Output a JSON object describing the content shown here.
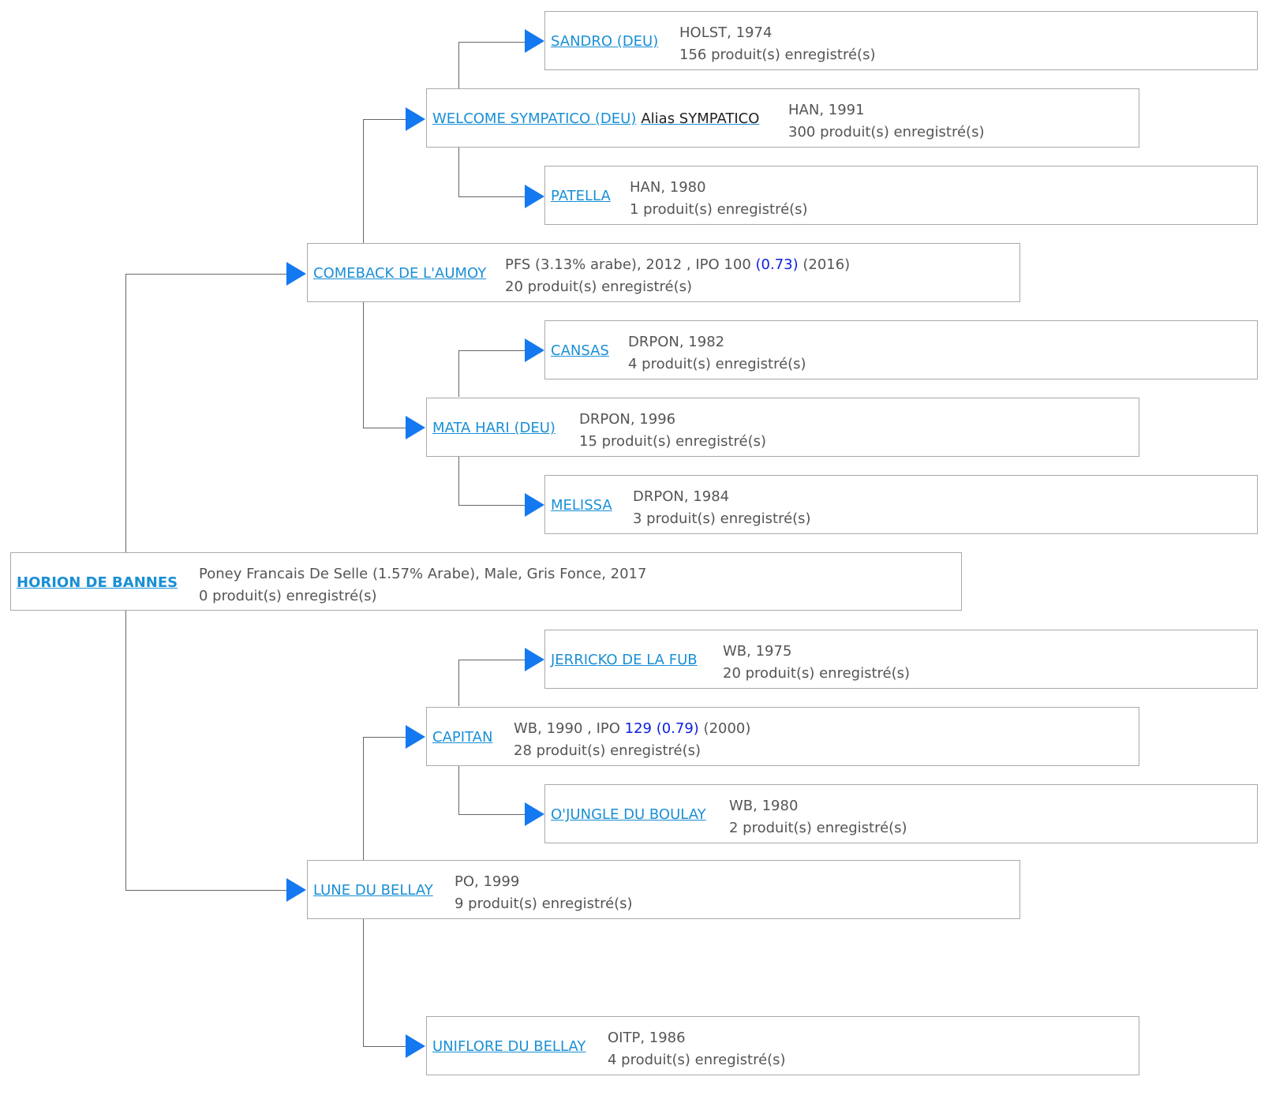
{
  "root": {
    "name": "HORION DE BANNES",
    "info": "Poney Francais De Selle (1.57% Arabe), Male, Gris Fonce, 2017",
    "count": "0 produit(s) enregistré(s)"
  },
  "sire": {
    "name": "COMEBACK DE L'AUMOY",
    "info_pre": "PFS (3.13% arabe), 2012 , IPO 100 ",
    "info_blue": "(0.73)",
    "info_post": " (2016)",
    "count": "20 produit(s) enregistré(s)"
  },
  "sire_sire": {
    "name": "WELCOME SYMPATICO (DEU)",
    "alias": "Alias SYMPATICO",
    "info": "HAN, 1991",
    "count": "300 produit(s) enregistré(s)"
  },
  "sire_sire_sire": {
    "name": "SANDRO (DEU)",
    "info": "HOLST, 1974",
    "count": "156 produit(s) enregistré(s)"
  },
  "sire_sire_dam": {
    "name": "PATELLA",
    "info": "HAN, 1980",
    "count": "1 produit(s) enregistré(s)"
  },
  "sire_dam": {
    "name": "MATA HARI (DEU)",
    "info": "DRPON, 1996",
    "count": "15 produit(s) enregistré(s)"
  },
  "sire_dam_sire": {
    "name": "CANSAS",
    "info": "DRPON, 1982",
    "count": "4 produit(s) enregistré(s)"
  },
  "sire_dam_dam": {
    "name": "MELISSA",
    "info": "DRPON, 1984",
    "count": "3 produit(s) enregistré(s)"
  },
  "dam": {
    "name": "LUNE DU BELLAY",
    "info": "PO, 1999",
    "count": "9 produit(s) enregistré(s)"
  },
  "dam_sire": {
    "name": "CAPITAN",
    "info_pre": "WB, 1990 , IPO ",
    "info_blue": "129 (0.79)",
    "info_post": " (2000)",
    "count": "28 produit(s) enregistré(s)"
  },
  "dam_sire_sire": {
    "name": "JERRICKO DE LA FUB",
    "info": "WB, 1975",
    "count": "20 produit(s) enregistré(s)"
  },
  "dam_sire_dam": {
    "name": "O'JUNGLE DU BOULAY",
    "info": "WB, 1980",
    "count": "2 produit(s) enregistré(s)"
  },
  "dam_dam": {
    "name": "UNIFLORE DU BELLAY",
    "info": "OITP, 1986",
    "count": "4 produit(s) enregistré(s)"
  }
}
